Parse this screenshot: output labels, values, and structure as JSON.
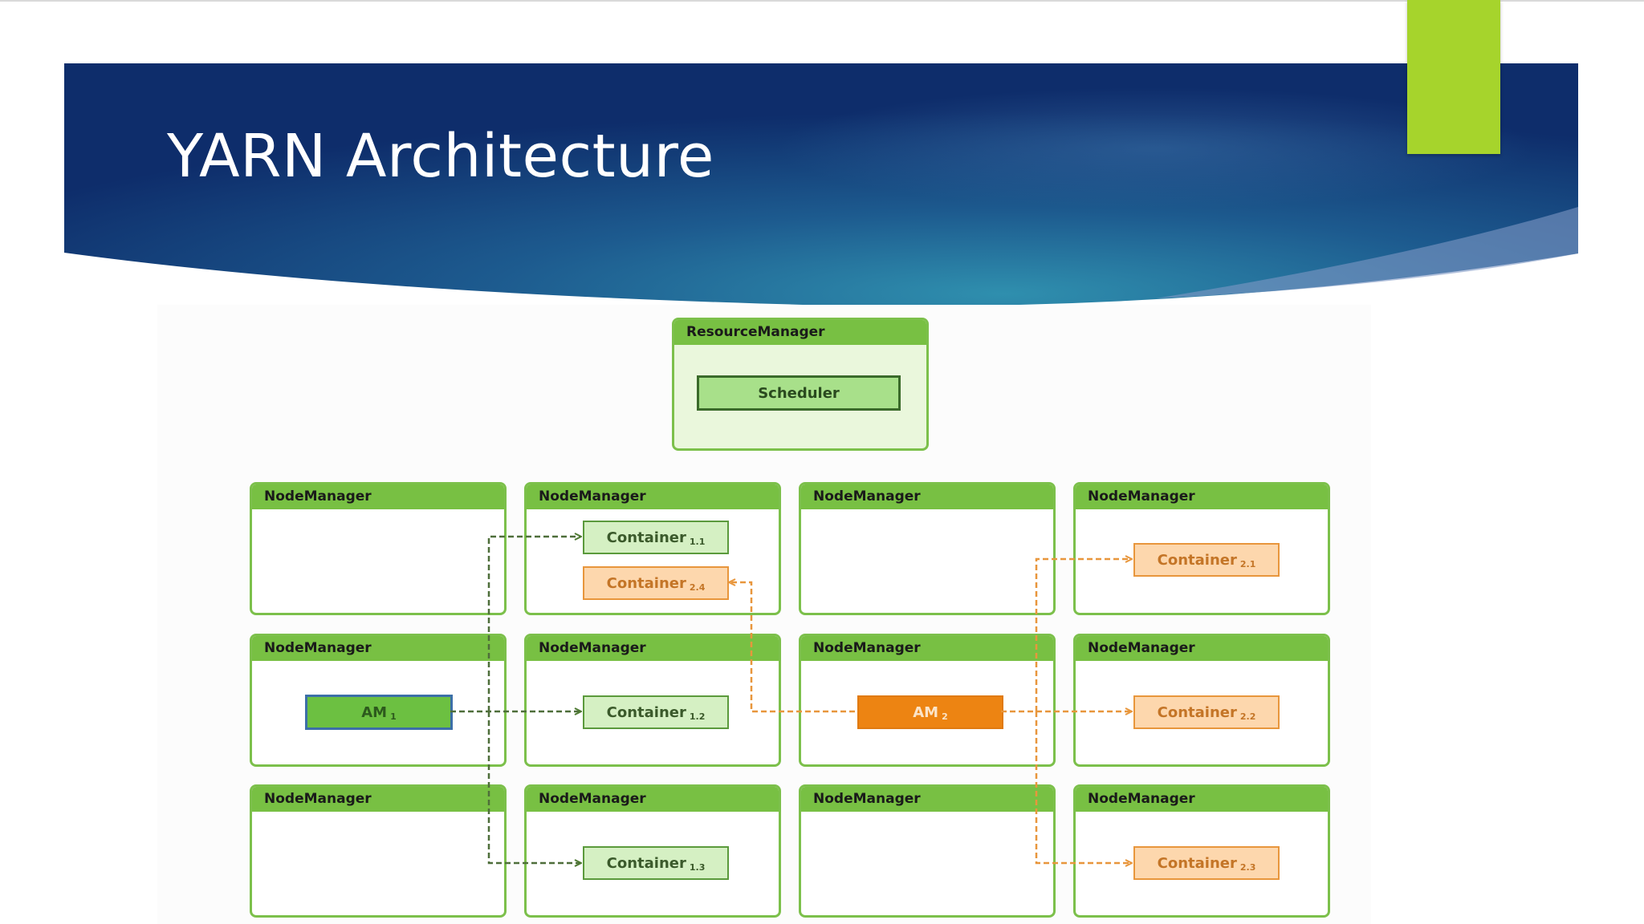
{
  "slide": {
    "title": "YARN Architecture",
    "colors": {
      "banner_dark": "#0e2d6b",
      "banner_light": "#2f88ab",
      "accent": "#a6d42c",
      "panel_green": "#78c043",
      "orange": "#ed8412",
      "title_text": "#ffffff"
    }
  },
  "diagram": {
    "resource_manager": {
      "label": "ResourceManager",
      "scheduler_label": "Scheduler"
    },
    "node_manager_label": "NodeManager",
    "nodes": [
      {
        "label": "NodeManager"
      },
      {
        "label": "NodeManager"
      },
      {
        "label": "NodeManager"
      },
      {
        "label": "NodeManager"
      },
      {
        "label": "NodeManager"
      },
      {
        "label": "NodeManager"
      },
      {
        "label": "NodeManager"
      },
      {
        "label": "NodeManager"
      },
      {
        "label": "NodeManager"
      },
      {
        "label": "NodeManager"
      },
      {
        "label": "NodeManager"
      },
      {
        "label": "NodeManager"
      }
    ],
    "components": {
      "am1": {
        "label": "AM",
        "sub": "1"
      },
      "am2": {
        "label": "AM",
        "sub": "2"
      },
      "c11": {
        "label": "Container",
        "sub": "1.1"
      },
      "c12": {
        "label": "Container",
        "sub": "1.2"
      },
      "c13": {
        "label": "Container",
        "sub": "1.3"
      },
      "c21": {
        "label": "Container",
        "sub": "2.1"
      },
      "c22": {
        "label": "Container",
        "sub": "2.2"
      },
      "c23": {
        "label": "Container",
        "sub": "2.3"
      },
      "c24": {
        "label": "Container",
        "sub": "2.4"
      }
    }
  }
}
